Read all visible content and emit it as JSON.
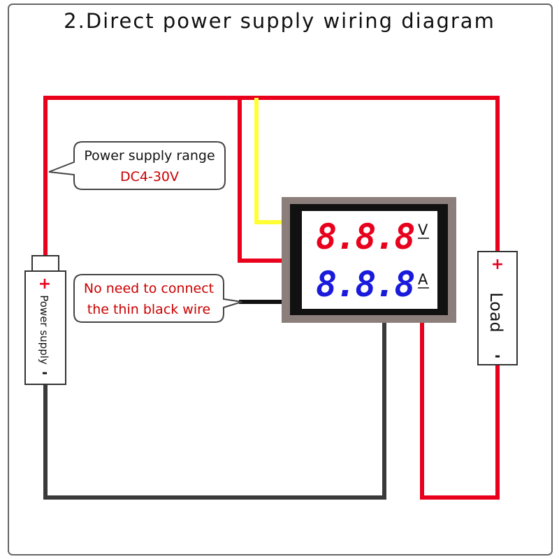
{
  "title": "2.Direct power supply wiring diagram",
  "callouts": {
    "power_range": {
      "line1": "Power supply range",
      "line2": "DC4-30V"
    },
    "black_wire": {
      "line1": "No need to connect",
      "line2": "the thin black wire"
    }
  },
  "battery": {
    "label": "Power supply",
    "plus": "+",
    "minus": "-"
  },
  "load": {
    "label": "Load",
    "plus": "+",
    "minus": "-"
  },
  "meter": {
    "voltage_reading": "8.8.8",
    "voltage_unit": "V",
    "current_reading": "8.8.8",
    "current_unit": "A"
  },
  "colors": {
    "wire_red": "#e8001c",
    "wire_black": "#3a3a3a",
    "wire_yellow": "#ffff33",
    "voltage_digits": "#e8001c",
    "current_digits": "#1a1adc",
    "callout_red_text": "#cc0000",
    "meter_bezel": "#8c7f7b"
  }
}
